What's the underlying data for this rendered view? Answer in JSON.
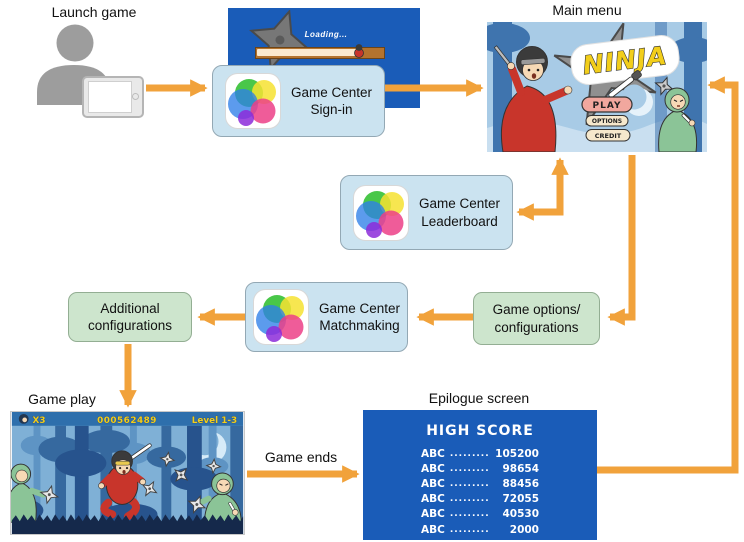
{
  "colors": {
    "arrow_orange": "#F1A23B",
    "box_blue_fill": "#CBE3F0",
    "box_green_fill": "#CDE5CD",
    "screen_blue": "#1A5CB8",
    "menu_sky": "#A8CBE6",
    "gameplay_sky": "#7FB0D6",
    "logo_yellow": "#F2CE1B"
  },
  "labels": {
    "launch_game": "Launch game",
    "main_menu": "Main menu",
    "game_play": "Game play",
    "game_ends": "Game ends",
    "epilogue_screen": "Epilogue screen"
  },
  "nodes": {
    "signin": {
      "line1": "Game Center",
      "line2": "Sign-in"
    },
    "leaderboard": {
      "line1": "Game Center",
      "line2": "Leaderboard"
    },
    "matchmaking": {
      "line1": "Game Center",
      "line2": "Matchmaking"
    },
    "game_options": {
      "line1": "Game options/",
      "line2": "configurations"
    },
    "additional": {
      "line1": "Additional",
      "line2": "configurations"
    }
  },
  "screens": {
    "loading": {
      "text": "Loading..."
    },
    "menu": {
      "logo": "NINJA",
      "buttons": [
        "PLAY",
        "OPTIONS",
        "CREDIT"
      ]
    },
    "gameplay": {
      "lives": "X3",
      "score": "000562489",
      "level": "Level 1-3"
    },
    "epilogue": {
      "title": "HIGH SCORE",
      "dots": ".........",
      "rows": [
        {
          "name": "ABC",
          "score": "105200"
        },
        {
          "name": "ABC",
          "score": "98654"
        },
        {
          "name": "ABC",
          "score": "88456"
        },
        {
          "name": "ABC",
          "score": "72055"
        },
        {
          "name": "ABC",
          "score": "40530"
        },
        {
          "name": "ABC",
          "score": "2000"
        }
      ]
    }
  }
}
